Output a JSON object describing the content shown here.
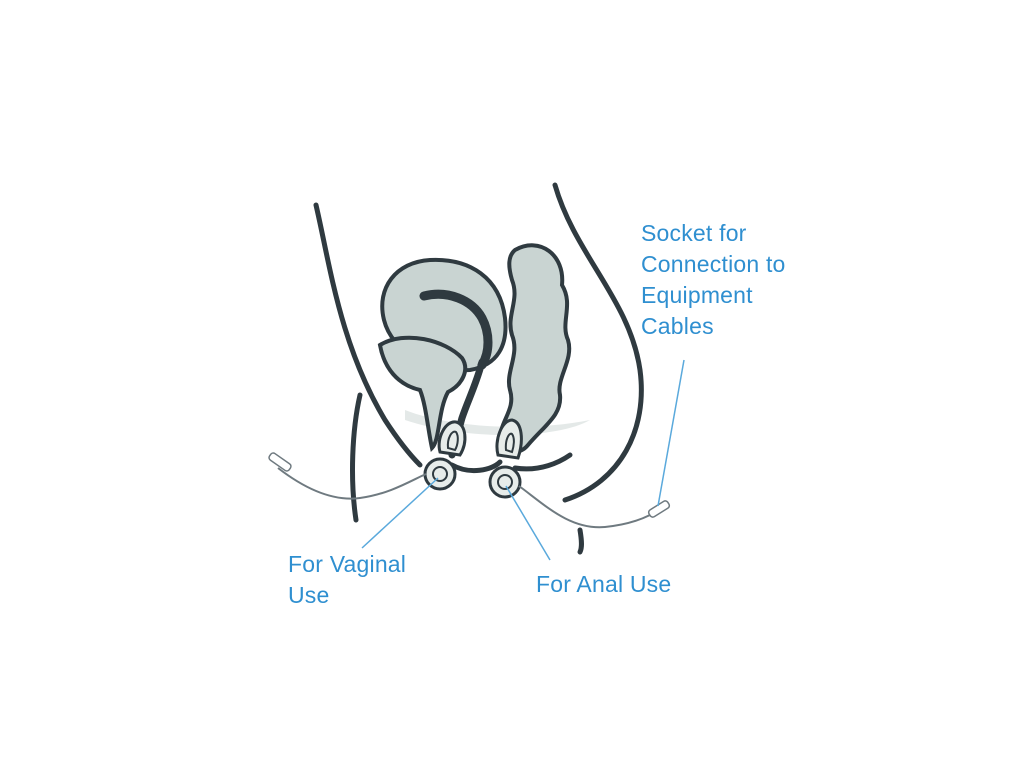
{
  "colors": {
    "outline": "#2f3a40",
    "organ_fill": "#c9d4d2",
    "organ_shadow": "#b3c0be",
    "probe_fill": "#e7ecea",
    "label_blue": "#2f8fd0",
    "leader_blue": "#5aa9dc",
    "cable_gray": "#6f7a80"
  },
  "icons": {
    "pelvis": "pelvic-cross-section-illustration",
    "vaginal_probe": "vaginal-probe-icon",
    "anal_probe": "anal-probe-icon",
    "cable_plug": "cable-plug-icon"
  },
  "labels": {
    "socket": [
      "Socket for",
      "Connection to",
      "Equipment",
      "Cables"
    ],
    "vaginal": [
      "For Vaginal",
      "Use"
    ],
    "anal": [
      "For Anal Use"
    ]
  }
}
